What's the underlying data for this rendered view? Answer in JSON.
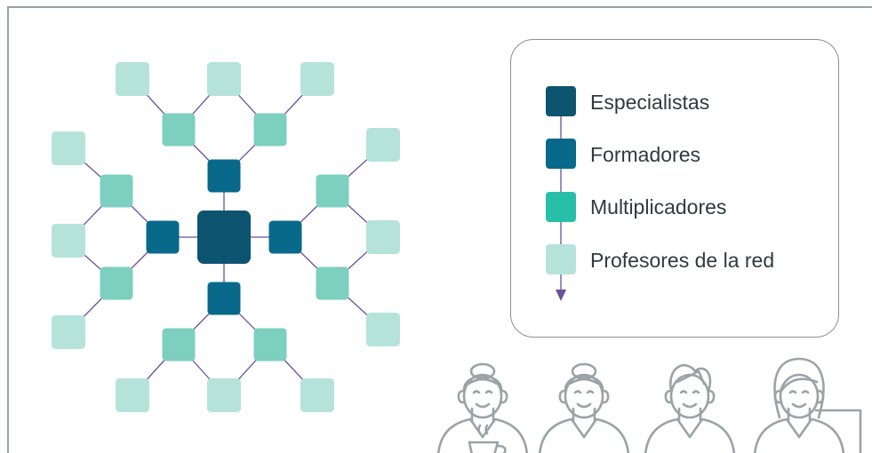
{
  "colors": {
    "specialist": "#0d5470",
    "trainer": "#08698b",
    "multiplier": "#7dcfbf",
    "teacher": "#b5e3da",
    "legend_multiplier": "#27bfa8",
    "legend_teacher": "#b5e3da",
    "connector": "#6b4fa0",
    "frame": "#94a3ab",
    "people_stroke": "#9aa3a8"
  },
  "legend": {
    "items": [
      {
        "label": "Especialistas",
        "color": "#0d5470"
      },
      {
        "label": "Formadores",
        "color": "#08698b"
      },
      {
        "label": "Multiplicadores",
        "color": "#27bfa8"
      },
      {
        "label": "Profesores de la red",
        "color": "#b5e3da"
      }
    ]
  },
  "people_icons": [
    "teacher-with-coffee-icon",
    "teacher-woman-icon",
    "teacher-man-icon",
    "teacher-with-board-icon"
  ]
}
